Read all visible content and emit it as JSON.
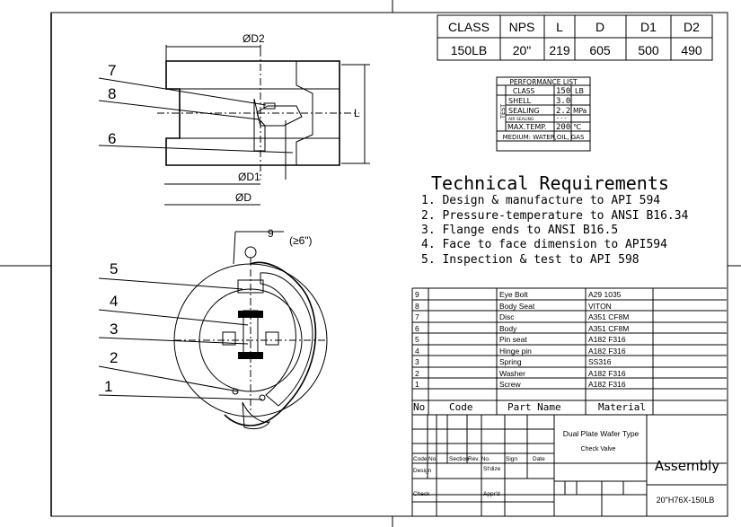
{
  "spec_table": {
    "headers": [
      "CLASS",
      "NPS",
      "L",
      "D",
      "D1",
      "D2"
    ],
    "values": [
      "150LB",
      "20\"",
      "219",
      "605",
      "500",
      "490"
    ]
  },
  "performance": {
    "title": "PERFORMANCE LIST",
    "class_label": "CLASS",
    "class_value": "150",
    "class_unit": "LB",
    "test_label": "TEST",
    "shell_label": "SHELL",
    "shell_value": "3.0",
    "sealing_label": "SEALING",
    "sealing_value": "2.2",
    "pressure_unit": "MPa",
    "air_label": "AIR SEALING",
    "air_value": "---",
    "maxtemp_label": "MAX.TEMP.",
    "maxtemp_value": "200",
    "temp_unit": "℃",
    "medium": "MEDIUM: WATER,OIL, GAS"
  },
  "requirements": {
    "title": "Technical Requirements",
    "items": [
      "1. Design & manufacture to API 594",
      "2. Pressure-temperature to ANSI B16.34",
      "3. Flange ends to ANSI B16.5",
      "4. Face to face dimension to API594",
      "5. Inspection & test to API 598"
    ]
  },
  "drawing": {
    "dim_d2": "ØD2",
    "dim_d1": "ØD1",
    "dim_d": "ØD",
    "dim_l": "L",
    "balloons_top": [
      "7",
      "8",
      "6"
    ],
    "balloons_bottom": [
      "5",
      "4",
      "3",
      "2",
      "1"
    ],
    "balloon_9": "9",
    "note_9": "(≥6\")"
  },
  "parts": {
    "rows": [
      {
        "no": "9",
        "code": "",
        "name": "Eye Bolt",
        "material": "A29 1035"
      },
      {
        "no": "8",
        "code": "",
        "name": "Body Seat",
        "material": "VITON"
      },
      {
        "no": "7",
        "code": "",
        "name": "Disc",
        "material": "A351 CF8M"
      },
      {
        "no": "6",
        "code": "",
        "name": "Body",
        "material": "A351 CF8M"
      },
      {
        "no": "5",
        "code": "",
        "name": "Pin seat",
        "material": "A182 F316"
      },
      {
        "no": "4",
        "code": "",
        "name": "Hinge pin",
        "material": "A182 F316"
      },
      {
        "no": "3",
        "code": "",
        "name": "Spring",
        "material": "SS316"
      },
      {
        "no": "2",
        "code": "",
        "name": "Washer",
        "material": "A182 F316"
      },
      {
        "no": "1",
        "code": "",
        "name": "Screw",
        "material": "A182 F316"
      }
    ],
    "header_no": "No",
    "header_code": "Code",
    "header_name": "Part Name",
    "header_material": "Material"
  },
  "title_block": {
    "product_line1": "Dual Plate Wafer Type",
    "product_line2": "Check Valve",
    "assembly": "Assembly",
    "model": "20\"H76X-150LB",
    "code_label": "Code",
    "no_label": "No.",
    "section_label": "Section",
    "revno_label": "Rev. No.",
    "sign_label": "Sign",
    "date_label": "Date",
    "design_label": "Design",
    "stdize_label": "St'dize",
    "check_label": "Check",
    "apprd_label": "Appr'd"
  }
}
